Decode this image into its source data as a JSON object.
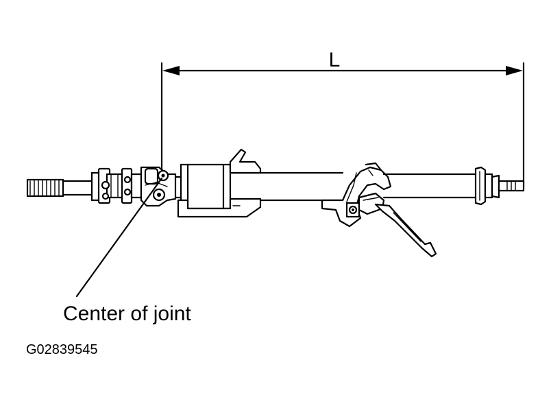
{
  "dimension_label": "L",
  "callout_label": "Center of joint",
  "figure_id": "G02839545",
  "colors": {
    "line": "#000000",
    "background": "#ffffff"
  }
}
